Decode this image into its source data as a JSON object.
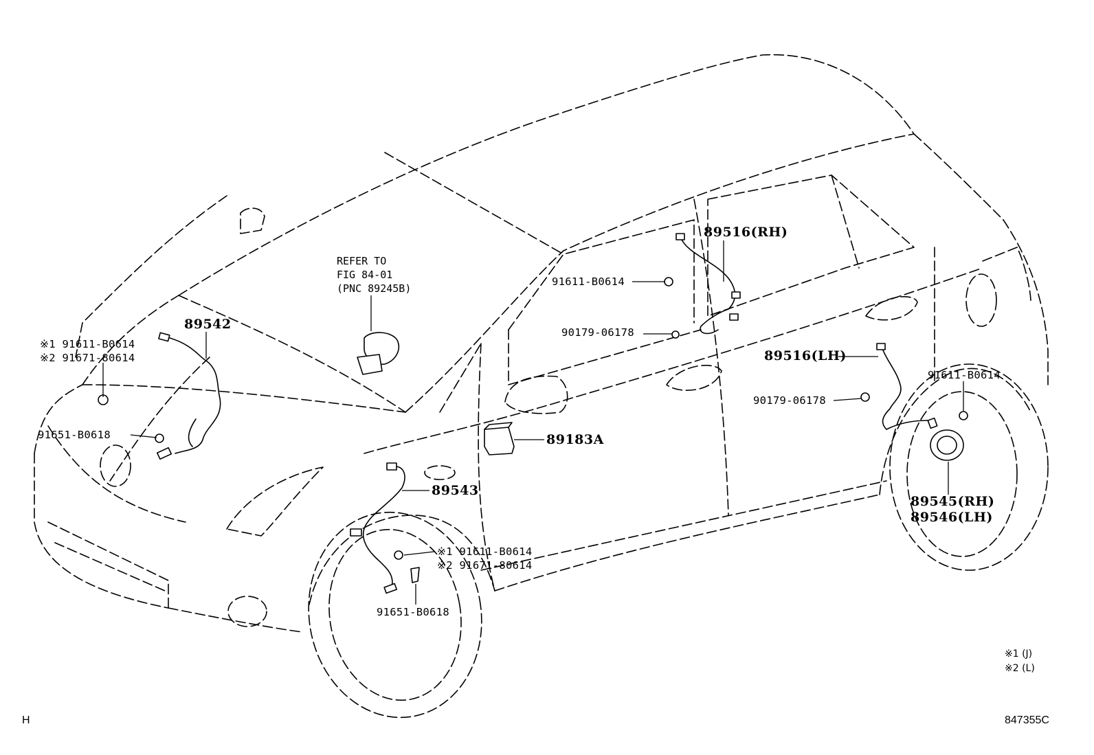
{
  "refer_note": {
    "line1": "REFER TO",
    "line2": "FIG 84-01",
    "line3": "(PNC 89245B)"
  },
  "callouts": {
    "p89542": "89542",
    "p89543": "89543",
    "p89183A": "89183A",
    "p89516_rh": "89516(RH)",
    "p89516_lh": "89516(LH)",
    "p89545_rh": "89545(RH)",
    "p89546_lh": "89546(LH)",
    "front_left_bolt_1": "※1 91611-B0614",
    "front_left_bolt_2": "※2 91671-80614",
    "front_left_bolt_3": "91651-B0618",
    "front_right_bolt_1": "※1  91611-B0614",
    "front_right_bolt_2": "※2  91671-80614",
    "front_right_bolt_3": "91651-B0618",
    "rear_rh_bolt": "91611-B0614",
    "rear_rh_clip": "90179-06178",
    "rear_lh_clip": "90179-06178",
    "rear_lh_bolt": "91611-B0614"
  },
  "legend": {
    "note1": "※1 (J)",
    "note2": "※2 (L)"
  },
  "footer": {
    "left_code": "H",
    "figure_code": "847355C"
  }
}
